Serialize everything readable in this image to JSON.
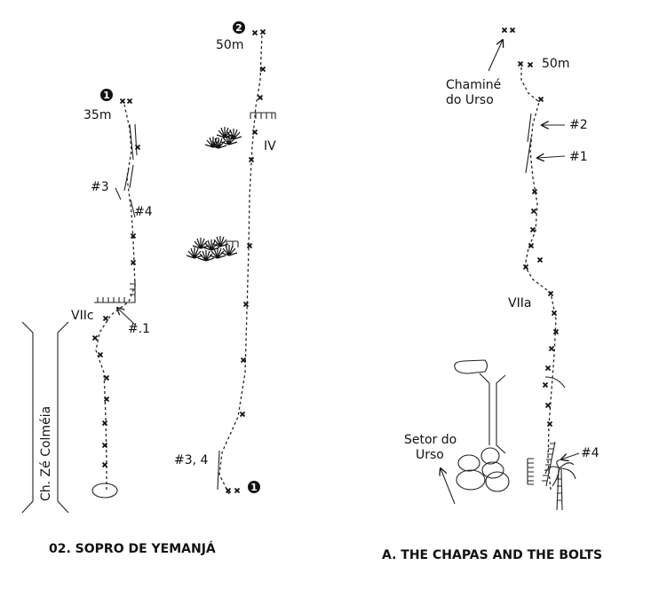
{
  "topos": [
    {
      "title": "02. SOPRO DE YEMANJÁ",
      "labels": {
        "anchor1_length": "35m",
        "anchor2_length": "50m",
        "grade_pitch1": "VIIc",
        "grade_pitch2": "IV",
        "gear_p1_a": "#3",
        "gear_p1_b": "#4",
        "gear_p1_c": "#.1",
        "gear_p2": "#3, 4",
        "neighbor_route": "Ch. Zé Colméia"
      },
      "belay_markers": [
        "1",
        "2",
        "1"
      ]
    },
    {
      "title": "A. THE CHAPAS AND THE BOLTS",
      "labels": {
        "length": "50m",
        "neighbor_route": "Chaminé\ndo Urso",
        "neighbor_route_line1": "Chaminé",
        "neighbor_route_line2": "do Urso",
        "grade": "VIIa",
        "gear_1": "#1",
        "gear_2": "#2",
        "gear_4": "#4",
        "sector_line1": "Setor do",
        "sector_line2": "Urso"
      }
    }
  ],
  "colors": {
    "ink": "#111111",
    "background": "#ffffff"
  }
}
